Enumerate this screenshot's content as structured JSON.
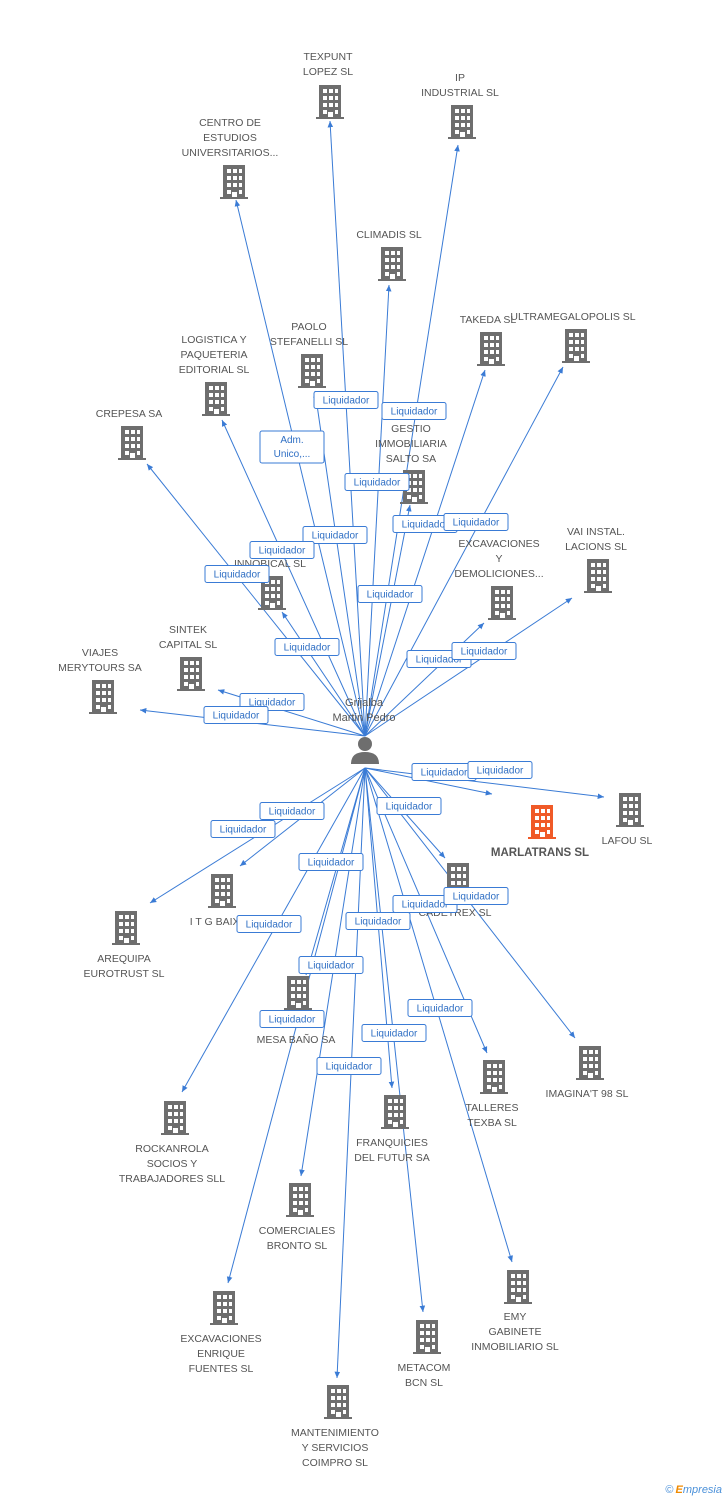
{
  "colors": {
    "edge": "#3a7bd5",
    "building": "#6e6e6e",
    "building_highlight": "#f05a28",
    "label": "#555555"
  },
  "center": {
    "lines": [
      "Grijalba",
      "Martin Pedro"
    ],
    "icon": "person-icon"
  },
  "companies": [
    {
      "id": "texpunt",
      "lines": [
        "TEXPUNT",
        "LOPEZ SL"
      ]
    },
    {
      "id": "ip",
      "lines": [
        "IP",
        "INDUSTRIAL SL"
      ]
    },
    {
      "id": "centro",
      "lines": [
        "CENTRO DE",
        "ESTUDIOS",
        "UNIVERSITARIOS..."
      ]
    },
    {
      "id": "climadis",
      "lines": [
        "CLIMADIS SL"
      ]
    },
    {
      "id": "takeda",
      "lines": [
        "TAKEDA SL"
      ]
    },
    {
      "id": "ultra",
      "lines": [
        "ULTRAMEGALOPOLIS SL"
      ]
    },
    {
      "id": "logistica",
      "lines": [
        "LOGISTICA Y",
        "PAQUETERIA",
        "EDITORIAL SL"
      ]
    },
    {
      "id": "paolo",
      "lines": [
        "PAOLO",
        "STEFANELLI SL"
      ]
    },
    {
      "id": "crepesa",
      "lines": [
        "CREPESA SA"
      ]
    },
    {
      "id": "gestio",
      "lines": [
        "GESTIO",
        "IMMOBILIARIA",
        "SALTO SA"
      ]
    },
    {
      "id": "vai",
      "lines": [
        "VAI INSTAL.",
        "LACIONS SL"
      ]
    },
    {
      "id": "excav_demol",
      "lines": [
        "EXCAVACIONES",
        "Y",
        "DEMOLICIONES..."
      ]
    },
    {
      "id": "innobical",
      "lines": [
        "INNOBICAL SL"
      ]
    },
    {
      "id": "sintek",
      "lines": [
        "SINTEK",
        "CAPITAL SL"
      ]
    },
    {
      "id": "viajes",
      "lines": [
        "VIAJES",
        "MERYTOURS SA"
      ]
    },
    {
      "id": "marlatrans",
      "lines": [
        "MARLATRANS SL"
      ],
      "highlight": true
    },
    {
      "id": "lafou",
      "lines": [
        "LAFOU SL"
      ]
    },
    {
      "id": "itg",
      "lines": [
        "I T G BAIX..."
      ]
    },
    {
      "id": "cadetrex",
      "lines": [
        "CADETREX SL"
      ]
    },
    {
      "id": "arequipa",
      "lines": [
        "AREQUIPA",
        "EUROTRUST SL"
      ]
    },
    {
      "id": "imagina",
      "lines": [
        "IMAGINA'T 98 SL"
      ]
    },
    {
      "id": "mesa",
      "lines": [
        "MESA BAÑO SA"
      ]
    },
    {
      "id": "talleres",
      "lines": [
        "TALLERES",
        "TEXBA SL"
      ]
    },
    {
      "id": "rockanrola",
      "lines": [
        "ROCKANROLA",
        "SOCIOS Y",
        "TRABAJADORES SLL"
      ]
    },
    {
      "id": "franquicies",
      "lines": [
        "FRANQUICIES",
        "DEL FUTUR SA"
      ]
    },
    {
      "id": "comerciales",
      "lines": [
        "COMERCIALES",
        "BRONTO SL"
      ]
    },
    {
      "id": "emy",
      "lines": [
        "EMY",
        "GABINETE",
        "INMOBILIARIO SL"
      ]
    },
    {
      "id": "excav_enrique",
      "lines": [
        "EXCAVACIONES",
        "ENRIQUE",
        "FUENTES SL"
      ]
    },
    {
      "id": "metacom",
      "lines": [
        "METACOM",
        "BCN SL"
      ]
    },
    {
      "id": "mantenimiento",
      "lines": [
        "MANTENIMIENTO",
        "Y SERVICIOS",
        "COIMPRO SL"
      ]
    }
  ],
  "badges": [
    {
      "lines": [
        "Liquidador"
      ]
    },
    {
      "lines": [
        "Liquidador"
      ]
    },
    {
      "lines": [
        "Adm.",
        "Unico,..."
      ]
    },
    {
      "lines": [
        "Liquidador"
      ]
    },
    {
      "lines": [
        "Liquidador"
      ]
    },
    {
      "lines": [
        "Liquidador"
      ]
    },
    {
      "lines": [
        "Liquidador"
      ]
    },
    {
      "lines": [
        "Liquidador"
      ]
    },
    {
      "lines": [
        "Liquidador"
      ]
    },
    {
      "lines": [
        "Liquidador"
      ]
    },
    {
      "lines": [
        "Liquidador"
      ]
    },
    {
      "lines": [
        "Liquidador"
      ]
    },
    {
      "lines": [
        "Liquidador"
      ]
    },
    {
      "lines": [
        "Liquidador"
      ]
    },
    {
      "lines": [
        "Liquidador"
      ]
    },
    {
      "lines": [
        "Liquidador"
      ]
    },
    {
      "lines": [
        "Liquidador"
      ]
    },
    {
      "lines": [
        "Liquidador"
      ]
    },
    {
      "lines": [
        "Liquidador"
      ]
    },
    {
      "lines": [
        "Liquidador"
      ]
    },
    {
      "lines": [
        "Liquidador"
      ]
    },
    {
      "lines": [
        "Liquidador"
      ]
    },
    {
      "lines": [
        "Liquidador"
      ]
    },
    {
      "lines": [
        "Liquidador"
      ]
    },
    {
      "lines": [
        "Liquidador"
      ]
    },
    {
      "lines": [
        "Liquidador"
      ]
    },
    {
      "lines": [
        "Liquidador"
      ]
    },
    {
      "lines": [
        "Liquidador"
      ]
    },
    {
      "lines": [
        "Liquidador"
      ]
    },
    {
      "lines": [
        "Liquidador"
      ]
    }
  ],
  "footer": {
    "copyright": "©",
    "brand_initial": "E",
    "brand_rest": "mpresia"
  }
}
